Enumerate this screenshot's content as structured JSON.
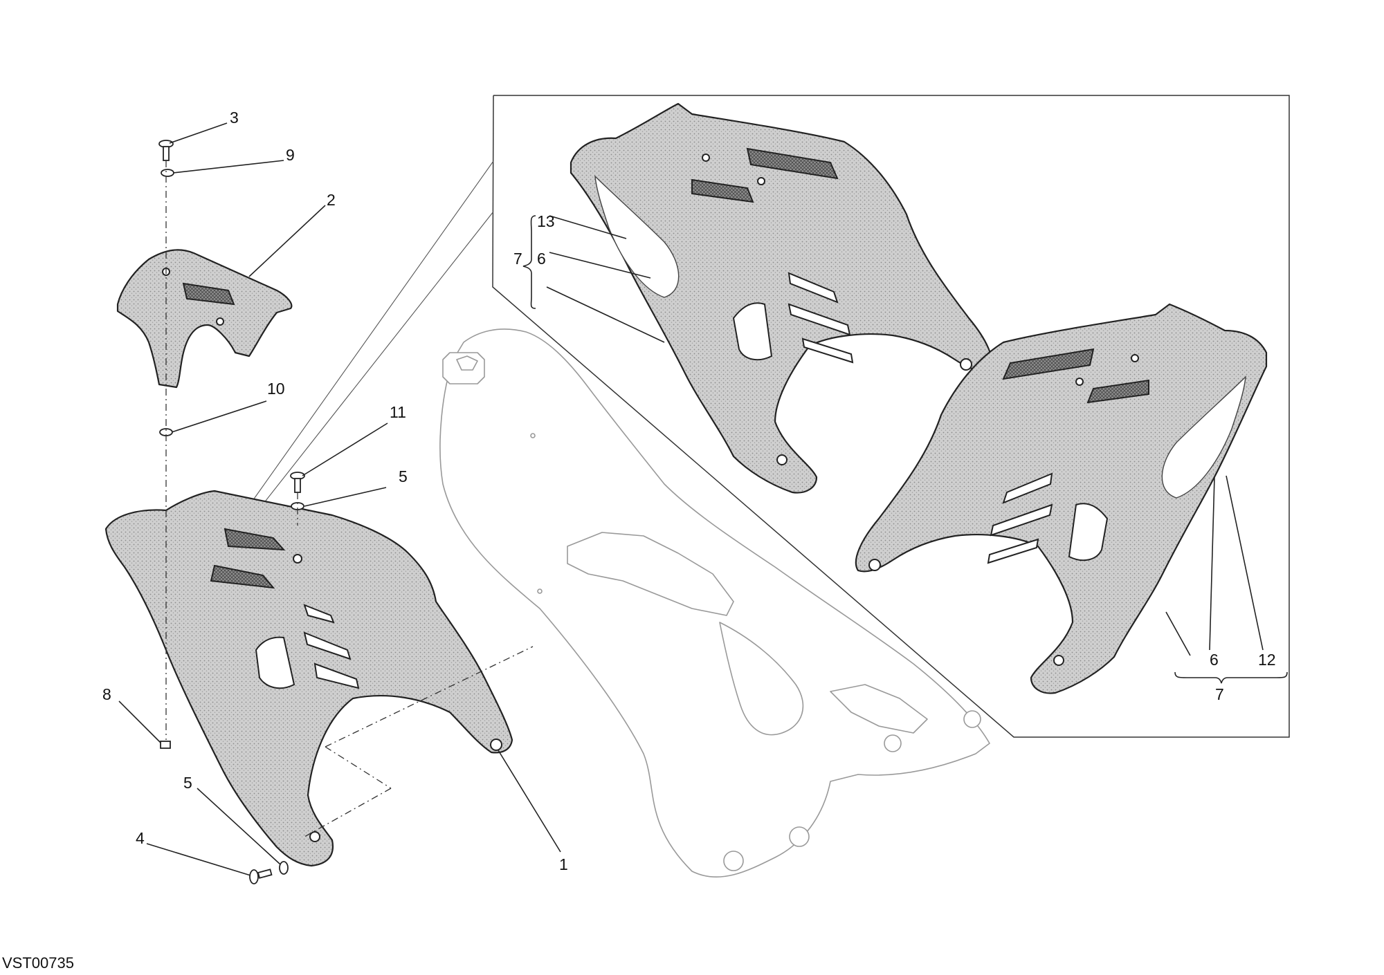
{
  "diagram": {
    "code": "VST00735",
    "callouts": {
      "c1": "1",
      "c2": "2",
      "c3": "3",
      "c4": "4",
      "c5a": "5",
      "c5b": "5",
      "c6a": "6",
      "c6b": "6",
      "c7a": "7",
      "c7b": "7",
      "c8": "8",
      "c9": "9",
      "c10": "10",
      "c11": "11",
      "c12": "12",
      "c13": "13"
    }
  }
}
